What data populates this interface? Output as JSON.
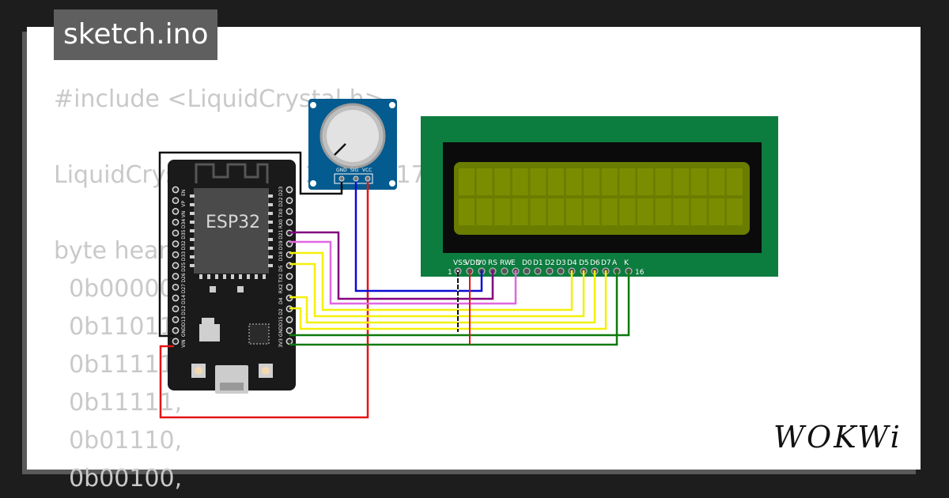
{
  "file_tab": {
    "label": "sketch.ino"
  },
  "code": {
    "lines": [
      "#include <LiquidCrystal.h>",
      "",
      "LiquidCrystal lcd(19, 23, 18, 17, 16, 4);",
      "",
      "byte heart[8] = {",
      "  0b00000,",
      "  0b11011,",
      "  0b11111,",
      "  0b11111,",
      "  0b01110,",
      "  0b00100,"
    ]
  },
  "esp32": {
    "chip_label": "ESP32",
    "left_pins": [
      "EN",
      "VP",
      "VN",
      "D34",
      "D35",
      "D32",
      "D33",
      "D25",
      "D26",
      "D27",
      "D14",
      "D12",
      "D13",
      "GND",
      "VIN"
    ],
    "right_pins": [
      "D23",
      "D22",
      "TX0",
      "RX0",
      "D21",
      "D19",
      "D18",
      "D5",
      "TX2",
      "RX2",
      "D4",
      "D2",
      "D15",
      "GND",
      "3V3"
    ]
  },
  "potentiometer": {
    "pins": [
      "GND",
      "SIG",
      "VCC"
    ]
  },
  "lcd": {
    "pins": [
      "VSS",
      "VDD",
      "V0",
      "RS",
      "RW",
      "E",
      "D0",
      "D1",
      "D2",
      "D3",
      "D4",
      "D5",
      "D6",
      "D7",
      "A",
      "K"
    ],
    "first_pin_number": "1",
    "last_pin_number": "16"
  },
  "brand": {
    "logo_text": "WOKWi"
  },
  "colors": {
    "lcd_pcb": "#0c7c3f",
    "lcd_screen": "#6b7d00",
    "pot_pcb": "#045b8f",
    "esp32_board": "#1a1a1a",
    "wire_red": "#e41414",
    "wire_black": "#111111",
    "wire_blue": "#0a0ad6",
    "wire_purple": "#800080",
    "wire_violet": "#e067e0",
    "wire_yellow": "#f4f00a",
    "wire_green": "#0d7a0d"
  }
}
